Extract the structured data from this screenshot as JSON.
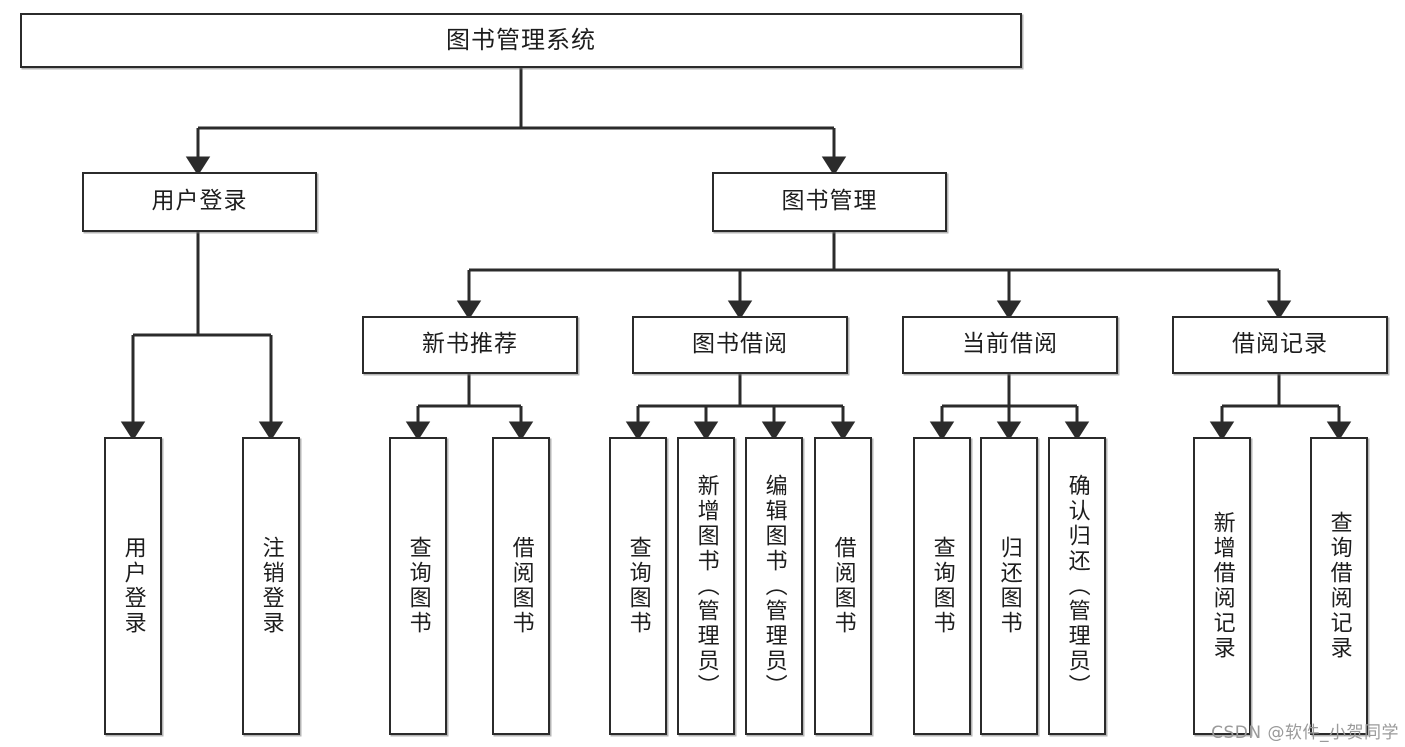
{
  "diagram": {
    "title": "图书管理系统",
    "watermark": "CSDN @软件_小贺同学",
    "line_color": "#2b2b2b",
    "box_fill": "#ffffff",
    "text_color": "#1d1d1d",
    "watermark_color": "#9a9a9a",
    "root": {
      "label": "图书管理系统"
    },
    "level1": [
      {
        "label": "用户登录"
      },
      {
        "label": "图书管理"
      }
    ],
    "level2": [
      {
        "label": "新书推荐"
      },
      {
        "label": "图书借阅"
      },
      {
        "label": "当前借阅"
      },
      {
        "label": "借阅记录"
      }
    ],
    "leaves": {
      "user_login": [
        {
          "label": "用户登录"
        },
        {
          "label": "注销登录"
        }
      ],
      "new_book_recommend": [
        {
          "label": "查询图书"
        },
        {
          "label": "借阅图书"
        }
      ],
      "book_borrow": [
        {
          "label": "查询图书"
        },
        {
          "label": "新增图书（管理员）"
        },
        {
          "label": "编辑图书（管理员）"
        },
        {
          "label": "借阅图书"
        }
      ],
      "current_borrow": [
        {
          "label": "查询图书"
        },
        {
          "label": "归还图书"
        },
        {
          "label": "确认归还（管理员）"
        }
      ],
      "borrow_record": [
        {
          "label": "新增借阅记录"
        },
        {
          "label": "查询借阅记录"
        }
      ]
    }
  },
  "chart_data": {
    "type": "table",
    "title": "图书管理系统 功能结构图",
    "structure": "tree",
    "nodes": [
      {
        "id": "root",
        "label": "图书管理系统",
        "level": 0,
        "parent": null
      },
      {
        "id": "l1-0",
        "label": "用户登录",
        "level": 1,
        "parent": "root"
      },
      {
        "id": "l1-1",
        "label": "图书管理",
        "level": 1,
        "parent": "root"
      },
      {
        "id": "l2-0",
        "label": "新书推荐",
        "level": 2,
        "parent": "l1-1"
      },
      {
        "id": "l2-1",
        "label": "图书借阅",
        "level": 2,
        "parent": "l1-1"
      },
      {
        "id": "l2-2",
        "label": "当前借阅",
        "level": 2,
        "parent": "l1-1"
      },
      {
        "id": "l2-3",
        "label": "借阅记录",
        "level": 2,
        "parent": "l1-1"
      },
      {
        "id": "lf-0",
        "label": "用户登录",
        "level": 3,
        "parent": "l1-0"
      },
      {
        "id": "lf-1",
        "label": "注销登录",
        "level": 3,
        "parent": "l1-0"
      },
      {
        "id": "lf-2",
        "label": "查询图书",
        "level": 3,
        "parent": "l2-0"
      },
      {
        "id": "lf-3",
        "label": "借阅图书",
        "level": 3,
        "parent": "l2-0"
      },
      {
        "id": "lf-4",
        "label": "查询图书",
        "level": 3,
        "parent": "l2-1"
      },
      {
        "id": "lf-5",
        "label": "新增图书（管理员）",
        "level": 3,
        "parent": "l2-1"
      },
      {
        "id": "lf-6",
        "label": "编辑图书（管理员）",
        "level": 3,
        "parent": "l2-1"
      },
      {
        "id": "lf-7",
        "label": "借阅图书",
        "level": 3,
        "parent": "l2-1"
      },
      {
        "id": "lf-8",
        "label": "查询图书",
        "level": 3,
        "parent": "l2-2"
      },
      {
        "id": "lf-9",
        "label": "归还图书",
        "level": 3,
        "parent": "l2-2"
      },
      {
        "id": "lf-10",
        "label": "确认归还（管理员）",
        "level": 3,
        "parent": "l2-2"
      },
      {
        "id": "lf-11",
        "label": "新增借阅记录",
        "level": 3,
        "parent": "l2-3"
      },
      {
        "id": "lf-12",
        "label": "查询借阅记录",
        "level": 3,
        "parent": "l2-3"
      }
    ]
  }
}
